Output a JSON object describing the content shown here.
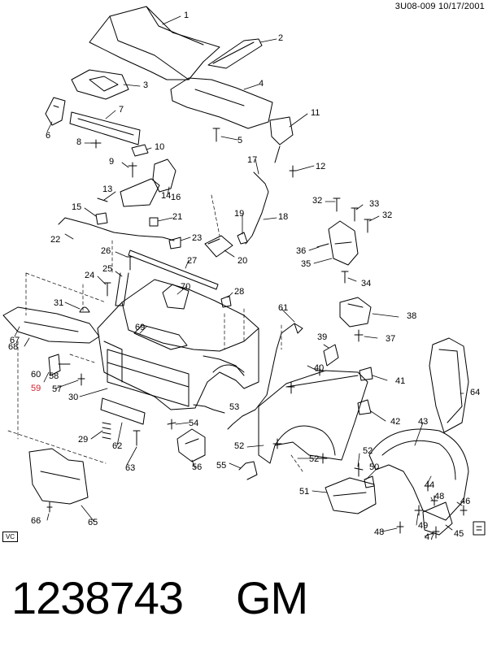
{
  "header": {
    "ref": "3U08-009",
    "date": "10/17/2001"
  },
  "corner_tag": "VC",
  "footer": {
    "part_number": "1238743",
    "manufacturer": "GM"
  },
  "highlight_color": "#d21e2e",
  "callouts": [
    "1",
    "2",
    "3",
    "4",
    "5",
    "6",
    "7",
    "8",
    "9",
    "10",
    "11",
    "12",
    "13",
    "14",
    "15",
    "16",
    "17",
    "18",
    "19",
    "20",
    "21",
    "22",
    "23",
    "24",
    "25",
    "26",
    "27",
    "28",
    "29",
    "30",
    "31",
    "32",
    "32",
    "33",
    "34",
    "35",
    "36",
    "37",
    "38",
    "39",
    "40",
    "41",
    "42",
    "43",
    "44",
    "45",
    "46",
    "47",
    "48",
    "48",
    "49",
    "50",
    "51",
    "52",
    "52",
    "52",
    "53",
    "54",
    "55",
    "56",
    "57",
    "58",
    "59",
    "60",
    "61",
    "62",
    "63",
    "64",
    "65",
    "66",
    "67",
    "68",
    "69",
    "70"
  ],
  "highlighted_callout": "59"
}
